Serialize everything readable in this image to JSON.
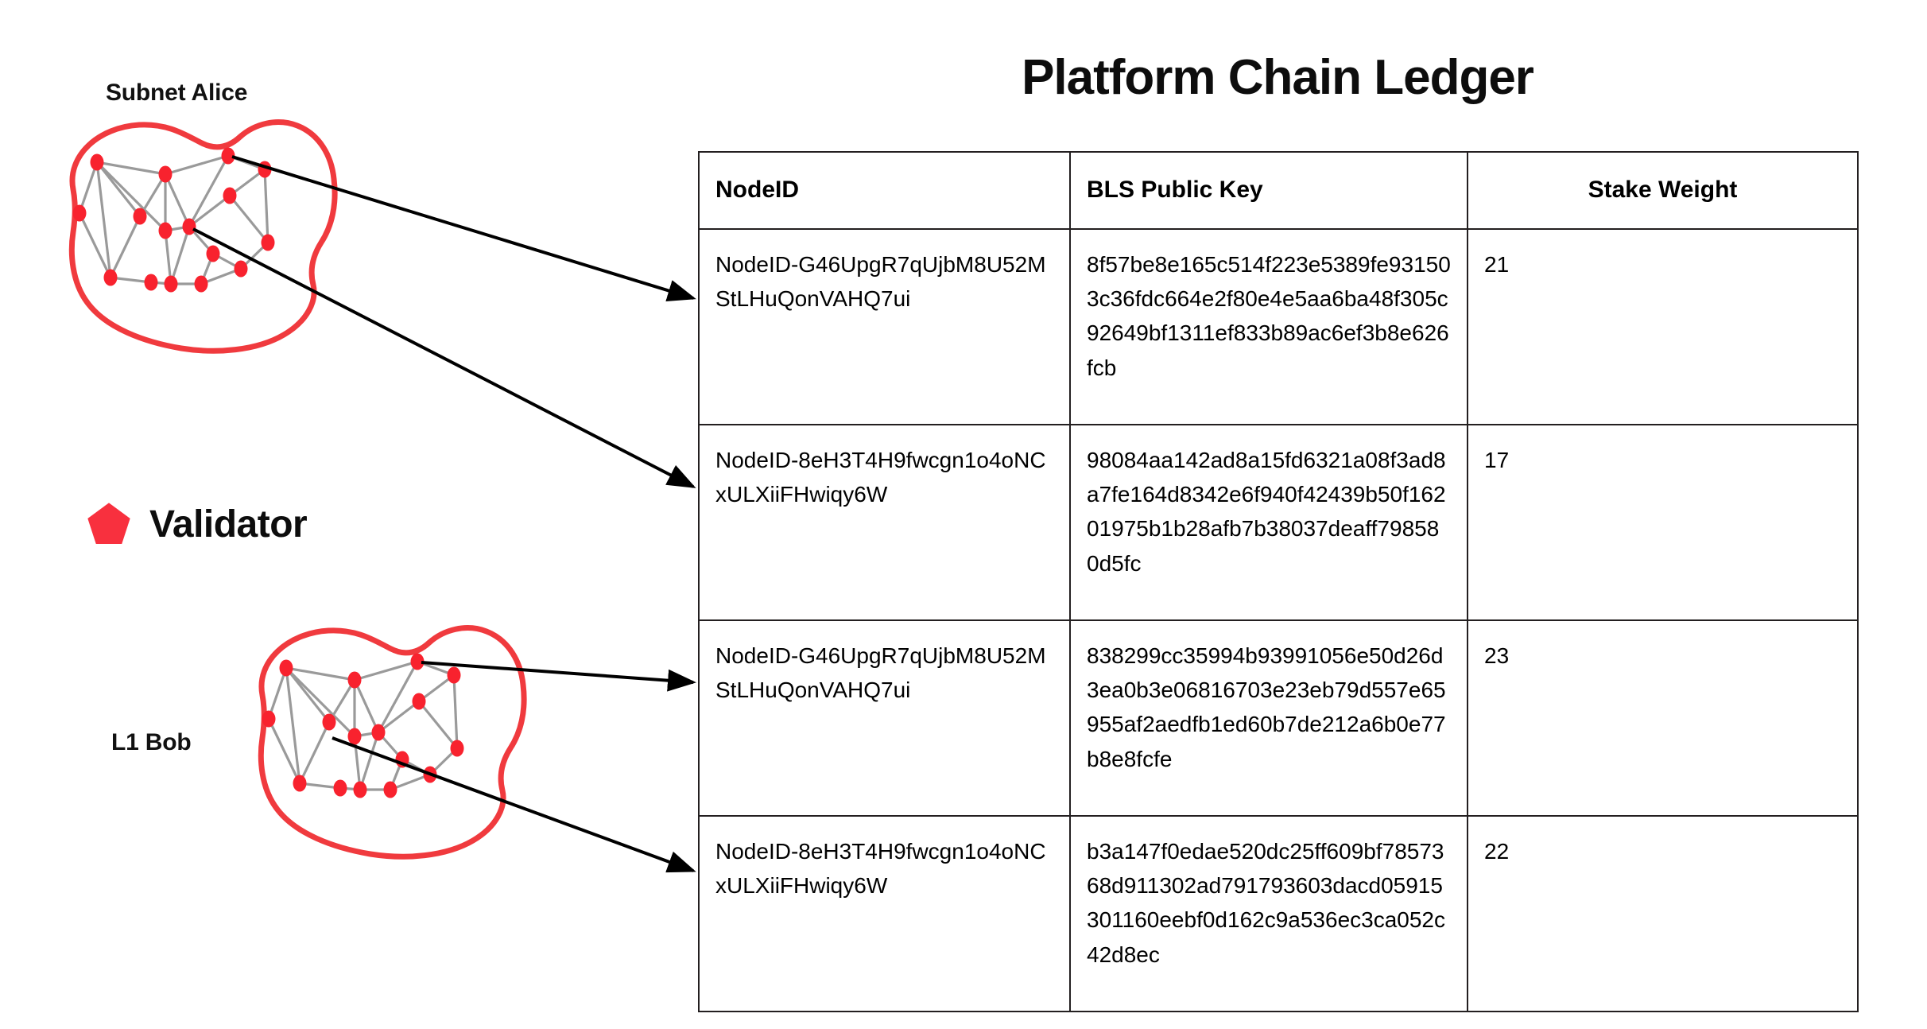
{
  "diagram": {
    "clusters": [
      {
        "name": "subnet-alice",
        "label": "Subnet Alice"
      },
      {
        "name": "l1-bob",
        "label": "L1 Bob"
      }
    ],
    "legend": {
      "icon": "pentagon-icon",
      "label": "Validator",
      "color": "#F8303E"
    },
    "colors": {
      "blob_outline": "#F03A3E",
      "node_fill": "#F8222E",
      "edge_stroke": "#9a9a9a",
      "arrow_stroke": "#000000"
    },
    "arrows": [
      {
        "name": "arrow-alice-to-row1",
        "from_cluster": "Subnet Alice",
        "to_row": 1
      },
      {
        "name": "arrow-alice-to-row2",
        "from_cluster": "Subnet Alice",
        "to_row": 2
      },
      {
        "name": "arrow-bob-to-row3",
        "from_cluster": "L1 Bob",
        "to_row": 3
      },
      {
        "name": "arrow-bob-to-row4",
        "from_cluster": "L1 Bob",
        "to_row": 4
      }
    ]
  },
  "ledger": {
    "title": "Platform Chain Ledger",
    "columns": [
      {
        "key": "nodeid",
        "label": "NodeID",
        "align": "left"
      },
      {
        "key": "bls",
        "label": "BLS Public Key",
        "align": "left"
      },
      {
        "key": "stake",
        "label": "Stake Weight",
        "align": "center"
      }
    ],
    "rows": [
      {
        "nodeid": "NodeID-G46UpgR7qUjbM8U52MStLHuQonVAHQ7ui",
        "bls": "8f57be8e165c514f223e5389fe931503c36fdc664e2f80e4e5aa6ba48f305c92649bf1311ef833b89ac6ef3b8e626fcb",
        "stake": "21"
      },
      {
        "nodeid": "NodeID-8eH3T4H9fwcgn1o4oNCxULXiiFHwiqy6W",
        "bls": "98084aa142ad8a15fd6321a08f3ad8a7fe164d8342e6f940f42439b50f16201975b1b28afb7b38037deaff798580d5fc",
        "stake": "17"
      },
      {
        "nodeid": "NodeID-G46UpgR7qUjbM8U52MStLHuQonVAHQ7ui",
        "bls": "838299cc35994b93991056e50d26d3ea0b3e06816703e23eb79d557e65955af2aedfb1ed60b7de212a6b0e77b8e8fcfe",
        "stake": "23"
      },
      {
        "nodeid": "NodeID-8eH3T4H9fwcgn1o4oNCxULXiiFHwiqy6W",
        "bls": "b3a147f0edae520dc25ff609bf7857368d911302ad791793603dacd05915301160eebf0d162c9a536ec3ca052c42d8ec",
        "stake": "22"
      }
    ]
  }
}
